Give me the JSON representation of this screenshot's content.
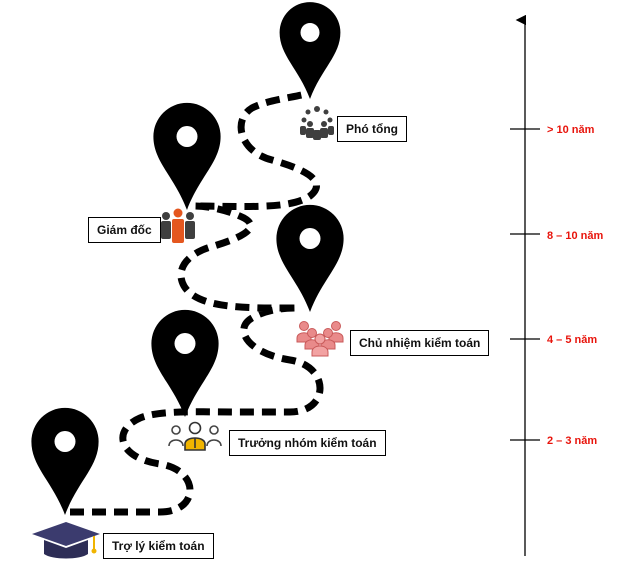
{
  "colors": {
    "pin": "#000000",
    "path": "#000000",
    "timeline_label": "#e8140c",
    "cap": "#3b3b6e",
    "director_orange": "#e4571f",
    "manager_pink": "#e98a8a",
    "team_gold": "#f0b400"
  },
  "roles": [
    {
      "label": "Trợ lý kiểm toán",
      "icon": "graduation-cap-icon"
    },
    {
      "label": "Trưởng nhóm kiểm toán",
      "icon": "team-leader-icon"
    },
    {
      "label": "Chủ nhiệm kiểm toán",
      "icon": "manager-group-icon"
    },
    {
      "label": "Giám đốc",
      "icon": "directors-icon"
    },
    {
      "label": "Phó tổng",
      "icon": "network-people-icon"
    }
  ],
  "timeline": {
    "ticks": [
      {
        "label": "2 – 3 năm"
      },
      {
        "label": "4 – 5 năm"
      },
      {
        "label": "8 – 10 năm"
      },
      {
        "label": "> 10 năm"
      }
    ]
  }
}
